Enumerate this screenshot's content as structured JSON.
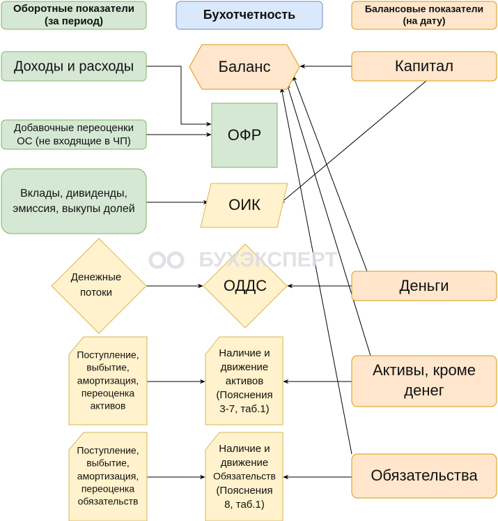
{
  "headers": {
    "flow": [
      "Оборотные показатели",
      "(за период)"
    ],
    "reporting": "Бухотчетность",
    "balance": [
      "Балансовые показатели",
      "(на дату)"
    ]
  },
  "left": {
    "income": "Доходы и расходы",
    "revaluation": [
      "Добавочные переоценки",
      "ОС (не входящие в ЧП)"
    ],
    "contributions": [
      "Вклады, дивиденды,",
      "эмиссия, выкупы долей"
    ],
    "cashflows": [
      "Денежные",
      "потоки"
    ],
    "assets_moves": [
      "Поступление,",
      "выбытие,",
      "амортизация,",
      "переоценка",
      "активов"
    ],
    "liab_moves": [
      "Поступление,",
      "выбытие,",
      "амортизация,",
      "переоценка",
      "обязательств"
    ]
  },
  "center": {
    "balance": "Баланс",
    "ofr": "ОФР",
    "oik": "ОИК",
    "odds": "ОДДС",
    "assets_note": [
      "Наличие и",
      "движение",
      "активов",
      "(Пояснения",
      "3-7, таб.1)"
    ],
    "liab_note": [
      "Наличие и",
      "движение",
      "Обязательств",
      "(Пояснения",
      "8, таб.1)"
    ]
  },
  "right": {
    "capital": "Капитал",
    "money": "Деньги",
    "assets": [
      "Активы, кроме",
      "денег"
    ],
    "liabilities": "Обязательства"
  },
  "watermark": "БУХЭКСПЕРТ"
}
